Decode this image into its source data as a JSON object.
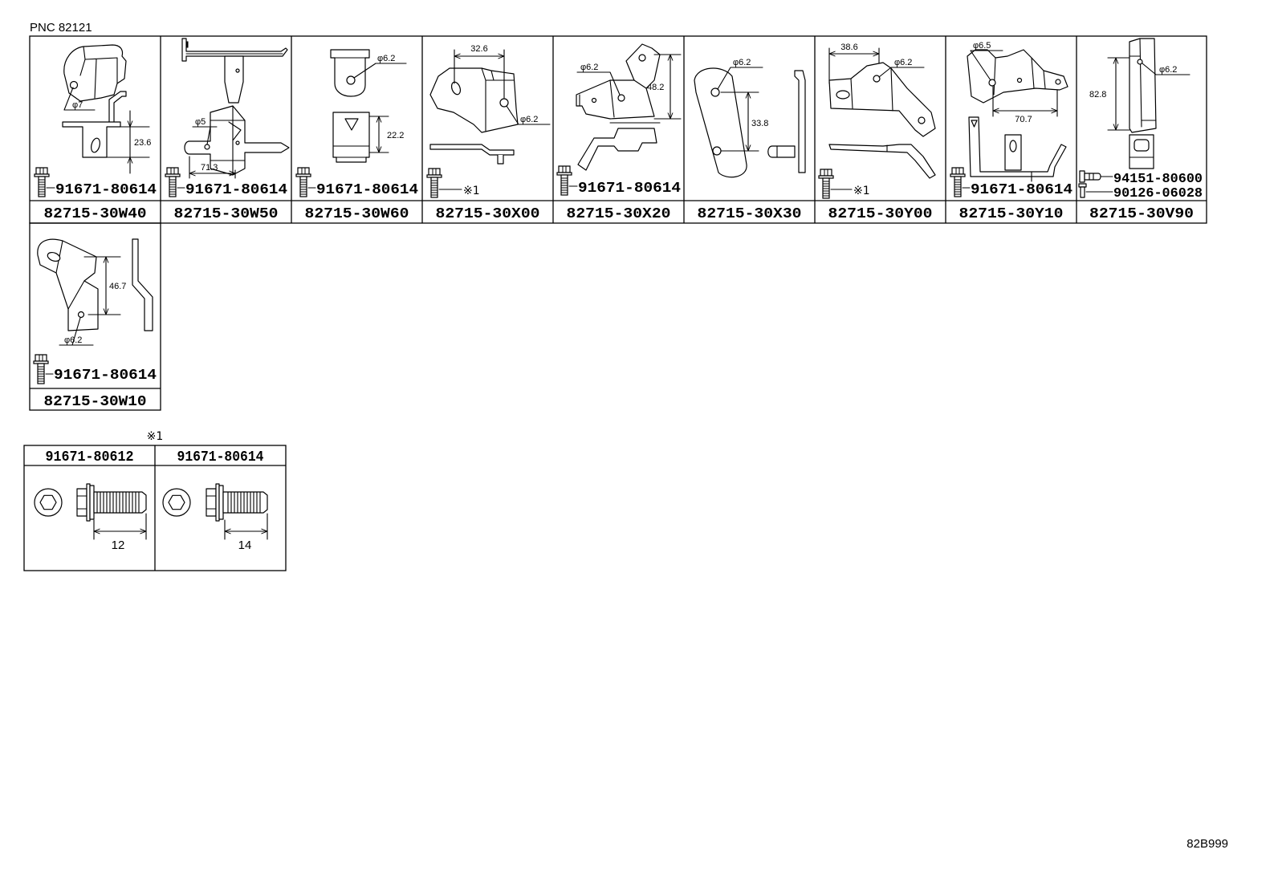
{
  "header": {
    "pnc": "PNC 82121"
  },
  "footer": {
    "code": "82B999"
  },
  "cells": [
    {
      "part_no": "82715-30W40",
      "bolt": "91671-80614",
      "dims": {
        "hole": "φ7",
        "height": "23.6"
      }
    },
    {
      "part_no": "82715-30W50",
      "bolt": "91671-80614",
      "dims": {
        "hole": "φ5",
        "width": "71.3"
      }
    },
    {
      "part_no": "82715-30W60",
      "bolt": "91671-80614",
      "dims": {
        "hole": "φ6.2",
        "height": "22.2"
      }
    },
    {
      "part_no": "82715-30X00",
      "bolt_ref": "※1",
      "dims": {
        "width": "32.6",
        "hole": "φ6.2"
      }
    },
    {
      "part_no": "82715-30X20",
      "bolt": "91671-80614",
      "dims": {
        "hole": "φ6.2",
        "height": "48.2"
      }
    },
    {
      "part_no": "82715-30X30",
      "dims": {
        "hole": "φ6.2",
        "height": "33.8"
      }
    },
    {
      "part_no": "82715-30Y00",
      "bolt_ref": "※1",
      "dims": {
        "width": "38.6",
        "hole": "φ6.2"
      }
    },
    {
      "part_no": "82715-30Y10",
      "bolt": "91671-80614",
      "dims": {
        "hole": "φ6.5",
        "width": "70.7"
      }
    },
    {
      "part_no": "82715-30V90",
      "fasteners": [
        "94151-80600",
        "90126-06028"
      ],
      "dims": {
        "height": "82.8",
        "hole": "φ6.2"
      }
    },
    {
      "part_no": "82715-30W10",
      "bolt": "91671-80614",
      "dims": {
        "height": "46.7",
        "hole": "φ6.2"
      }
    }
  ],
  "note": {
    "mark": "※1",
    "columns": [
      {
        "part_no": "91671-80612",
        "length": "12"
      },
      {
        "part_no": "91671-80614",
        "length": "14"
      }
    ]
  }
}
